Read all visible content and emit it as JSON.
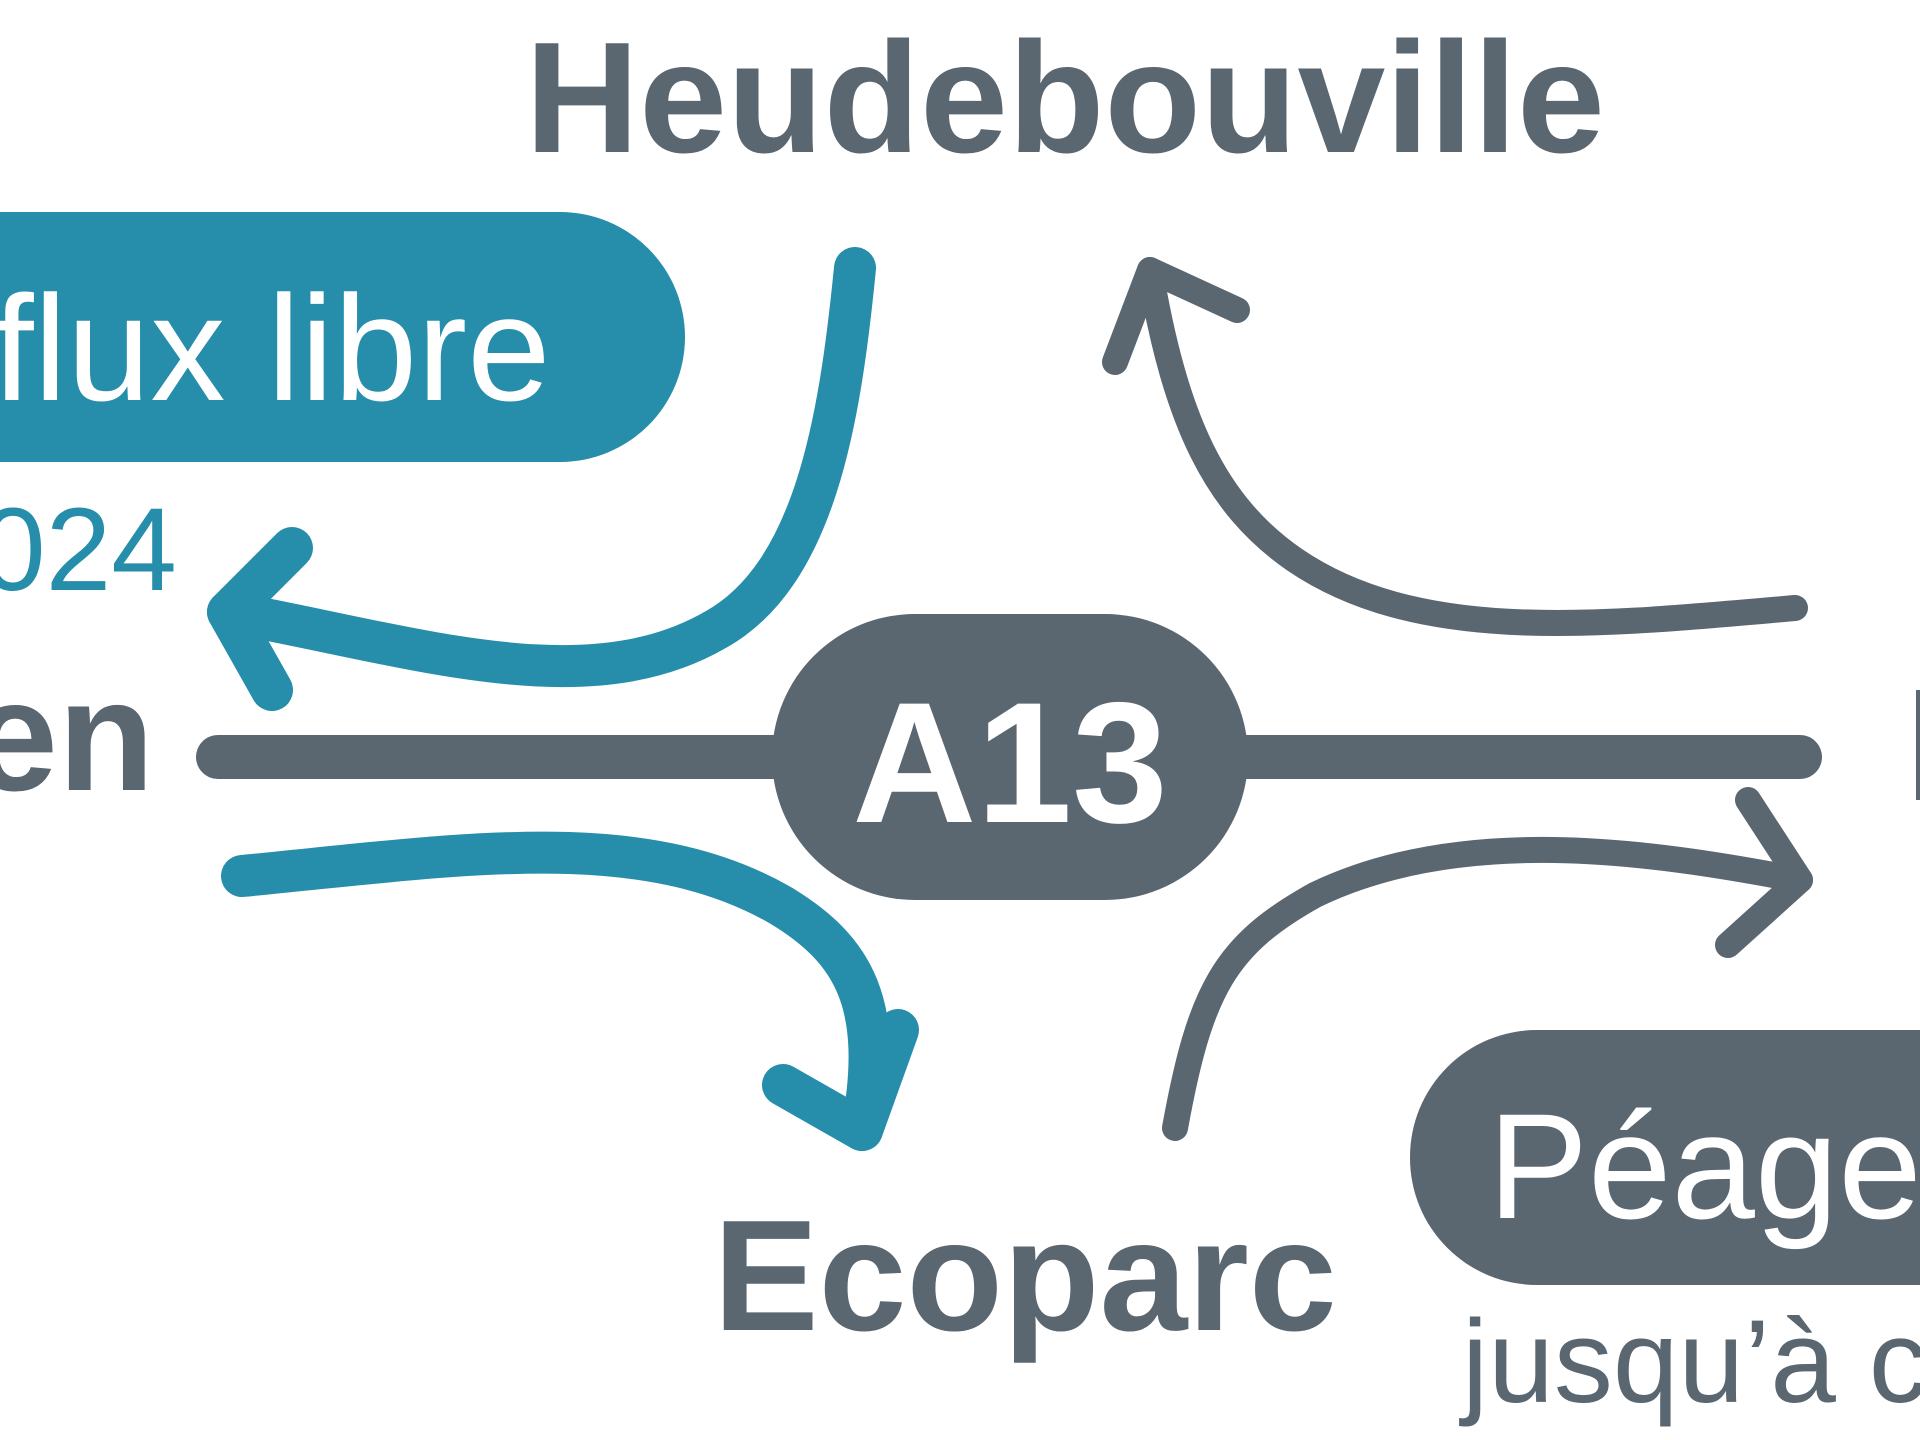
{
  "colors": {
    "teal": "#268DAB",
    "slate": "#5A6670",
    "background": "#FFFFFF",
    "pill_text": "#FFFFFF"
  },
  "places": {
    "top": "Heudebouville",
    "left": "en",
    "bottom": "Ecoparc"
  },
  "road": {
    "label": "A13"
  },
  "badges": {
    "free_flow": {
      "label": "flux libre",
      "subtext": "024"
    },
    "toll": {
      "label": "Péage",
      "subtext": "jusqu’à c"
    }
  },
  "arrows": [
    {
      "name": "arrow-exit-to-left",
      "color": "teal"
    },
    {
      "name": "arrow-entry-to-ecoparc",
      "color": "teal"
    },
    {
      "name": "arrow-exit-to-heudebouville",
      "color": "slate"
    },
    {
      "name": "arrow-entry-to-right",
      "color": "slate"
    }
  ]
}
